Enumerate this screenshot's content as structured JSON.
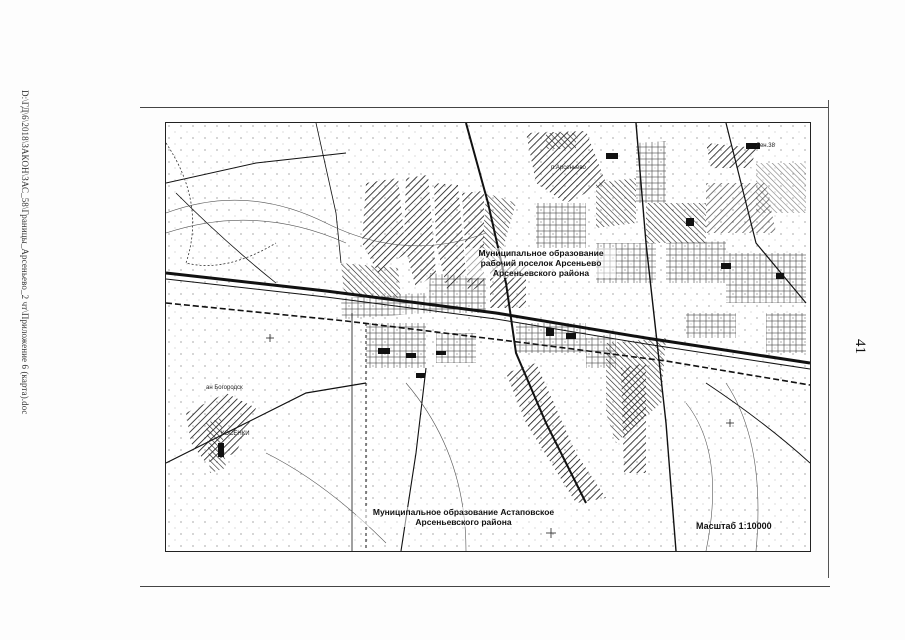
{
  "side_text": "D:\\ГД\\6\\2018\\ЗАКОН\\ЗАС_58\\Границы_Арсеньево_2 чт\\Приложение 6 (карта).doc",
  "page_number": "41",
  "map": {
    "label_arsenyevo": "Муниципальное образование\nрабочий поселок Арсеньево\nАрсеньевского района",
    "label_astapovskoe": "Муниципальное образование Астаповское\nАрсеньевского района",
    "scale": "Масштаб 1:10000",
    "place_arsenyevo": "п.Арсеньево",
    "place_lenin": "Лен.38",
    "place_bogorodsk": "ан Богородск",
    "place_kosenka": "КОСЕНКИ"
  }
}
